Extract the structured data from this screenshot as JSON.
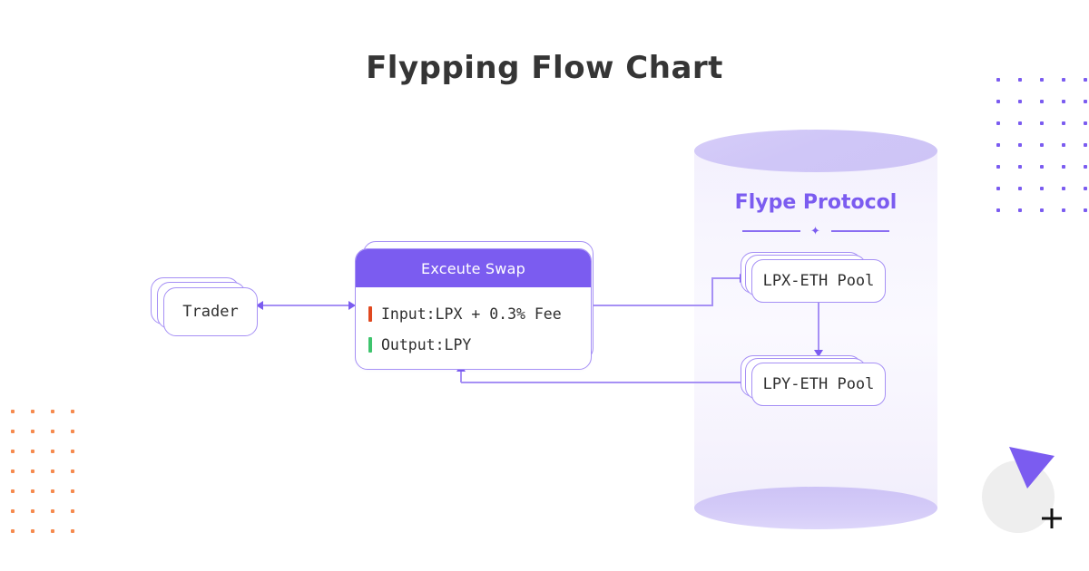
{
  "page": {
    "title": "Flypping Flow Chart",
    "background": "#ffffff"
  },
  "colors": {
    "accent_purple": "#7b5cf0",
    "line_purple": "#a690f5",
    "cylinder_top": "#cfc6f7",
    "cylinder_body": "#f5f3fd",
    "input_bar": "#e0481f",
    "output_bar": "#3ec46d",
    "dot_purple": "#7b5cf0",
    "dot_orange": "#f68a4e",
    "deco_circle": "#eeeeee",
    "text_dark": "#353535"
  },
  "trader": {
    "label": "Trader"
  },
  "swap_card": {
    "header": "Exceute Swap",
    "rows": [
      {
        "marker": "input-marker",
        "color": "#e0481f",
        "text": "Input:LPX + 0.3% Fee"
      },
      {
        "marker": "output-marker",
        "color": "#3ec46d",
        "text": "Output:LPY"
      }
    ]
  },
  "protocol": {
    "title": "Flype Protocol",
    "divider_glyph": "✦",
    "pools": [
      {
        "label": "LPX-ETH Pool"
      },
      {
        "label": "LPY-ETH Pool"
      }
    ]
  },
  "connectors": [
    {
      "name": "trader-swap-bidirectional",
      "heads": "both"
    },
    {
      "name": "swap-to-lpx-pool",
      "heads": "right"
    },
    {
      "name": "lpx-to-lpy-pool",
      "heads": "down"
    },
    {
      "name": "lpy-pool-to-swap",
      "heads": "up"
    }
  ],
  "decorations": {
    "dot_grid_top_right": {
      "cols": 5,
      "rows": 7,
      "spacing": 24,
      "color": "#7b5cf0"
    },
    "dot_grid_bottom_left": {
      "cols": 4,
      "rows": 7,
      "spacing": 22,
      "color": "#f68a4e"
    },
    "circle": "gray-circle",
    "triangle": "purple-triangle",
    "plus": "plus-mark"
  }
}
